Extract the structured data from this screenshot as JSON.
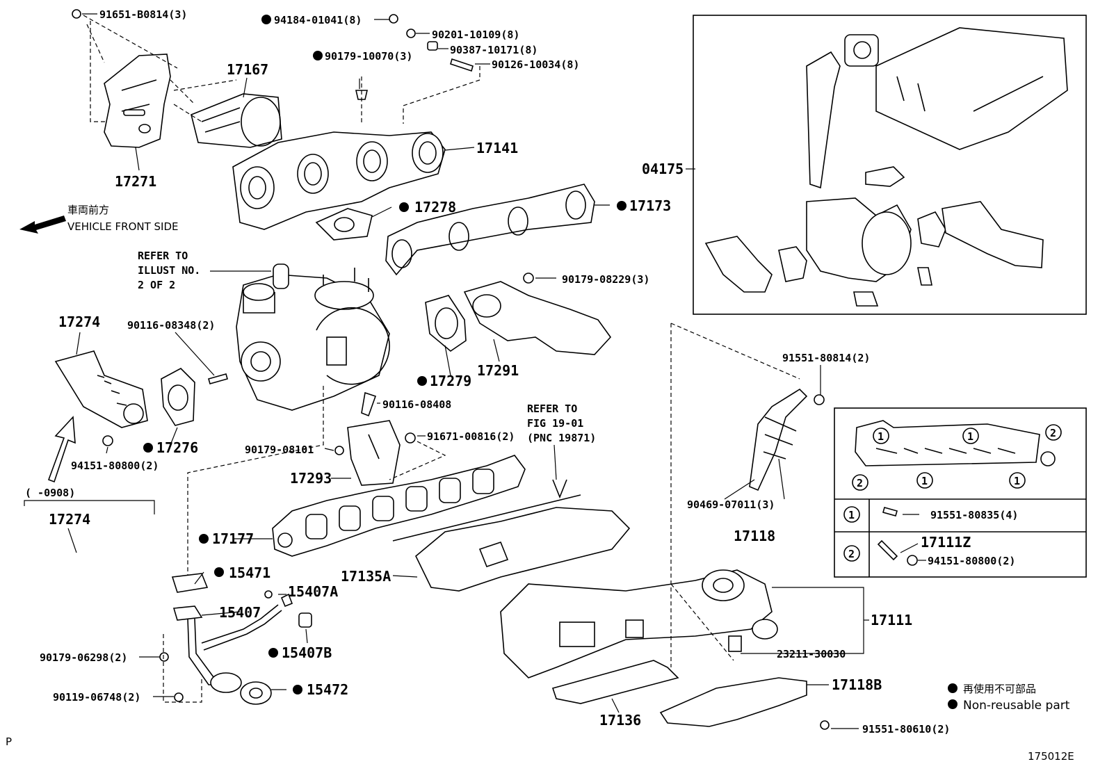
{
  "labels": {
    "l_91651": "91651-B0814(3)",
    "l_94184": "94184-01041(8)",
    "l_90201": "90201-10109(8)",
    "l_90387": "90387-10171(8)",
    "l_90179_10070": "90179-10070(3)",
    "l_90126": "90126-10034(8)",
    "l_17167": "17167",
    "l_17141": "17141",
    "l_17271": "17271",
    "l_17278": "17278",
    "l_17173": "17173",
    "l_04175": "04175",
    "l_90179_08229": "90179-08229(3)",
    "l_17274a": "17274",
    "l_90116_08348": "90116-08348(2)",
    "l_17276": "17276",
    "l_94151_a": "94151-80800(2)",
    "l_17279": "17279",
    "l_17291": "17291",
    "l_90116_08408": "90116-08408",
    "l_91671": "91671-00816(2)",
    "l_90179_08101": "90179-08101",
    "l_17293": "17293",
    "l_91551_80814": "91551-80814(2)",
    "l_range": "(    -0908)",
    "l_17274b": "17274",
    "l_17177": "17177",
    "l_90469": "90469-07011(3)",
    "l_17118": "17118",
    "l_15471": "15471",
    "l_15407A": "15407A",
    "l_17135A": "17135A",
    "l_15407": "15407",
    "l_15407B": "15407B",
    "l_90179_06298": "90179-06298(2)",
    "l_15472": "15472",
    "l_90119": "90119-06748(2)",
    "l_17111": "17111",
    "l_23211": "23211-30030",
    "l_17118B": "17118B",
    "l_17136": "17136",
    "l_91551_80610": "91551-80610(2)"
  },
  "refer1": [
    "REFER TO",
    "ILLUST NO.",
    "2 OF 2"
  ],
  "refer2": [
    "REFER TO",
    "FIG 19-01",
    "(PNC 19871)"
  ],
  "front": {
    "jp": "車両前方",
    "en": "VEHICLE FRONT SIDE"
  },
  "detail_table": {
    "callouts": [
      "1",
      "1",
      "2",
      "2",
      "1",
      "1"
    ],
    "row1_num": "1",
    "row1_part": "91551-80835(4)",
    "row2_num": "2",
    "row2_part1": "17111Z",
    "row2_part2": "94151-80800(2)"
  },
  "legend": {
    "jp": "再使用不可部品",
    "en": "Non-reusable part"
  },
  "footer": {
    "left": "P",
    "right": "175012E"
  }
}
